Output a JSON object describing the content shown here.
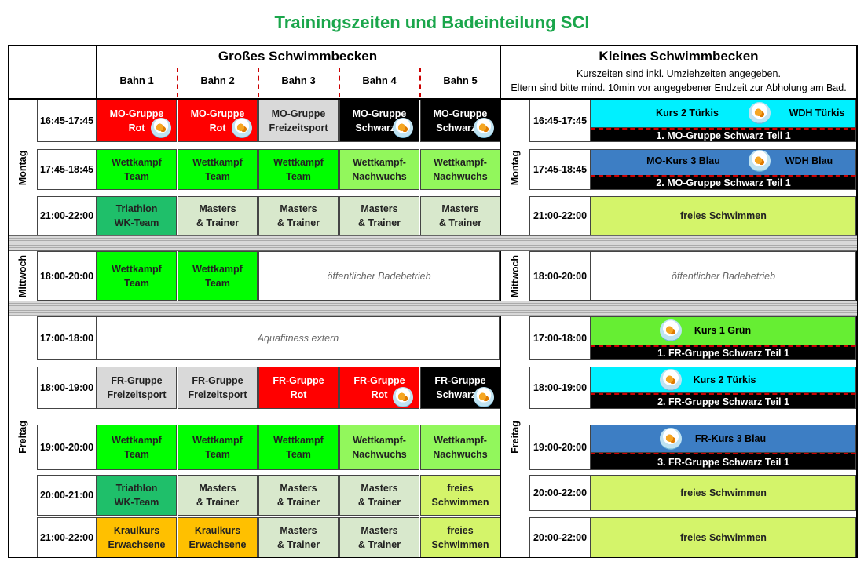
{
  "title": "Trainingszeiten und Badeinteilung SCI",
  "gross": {
    "header": "Großes Schwimmbecken",
    "lanes": [
      "Bahn 1",
      "Bahn 2",
      "Bahn 3",
      "Bahn 4",
      "Bahn 5"
    ]
  },
  "klein": {
    "header": "Kleines Schwimmbecken",
    "note1": "Kurszeiten sind inkl. Umziehzeiten angegeben.",
    "note2": "Eltern sind bitte mind. 10min vor angegebener Endzeit zur Abholung am Bad."
  },
  "days": {
    "montag": "Montag",
    "mittwoch": "Mittwoch",
    "freitag": "Freitag"
  },
  "mo": {
    "t1": "16:45-17:45",
    "t2": "17:45-18:45",
    "t3": "21:00-22:00",
    "r1": [
      "MO-Gruppe\nRot",
      "MO-Gruppe\nRot",
      "MO-Gruppe\nFreizeitsport",
      "MO-Gruppe\nSchwarz 2",
      "MO-Gruppe\nSchwarz 2"
    ],
    "r2": [
      "Wettkampf\nTeam",
      "Wettkampf\nTeam",
      "Wettkampf\nTeam",
      "Wettkampf-\nNachwuchs",
      "Wettkampf-\nNachwuchs"
    ],
    "r3": [
      "Triathlon\nWK-Team",
      "Masters\n& Trainer",
      "Masters\n& Trainer",
      "Masters\n& Trainer",
      "Masters\n& Trainer"
    ],
    "k1a": "Kurs 2 Türkis",
    "k1b": "WDH Türkis",
    "k1c": "1. MO-Gruppe Schwarz Teil 1",
    "k2a": "MO-Kurs 3 Blau",
    "k2b": "WDH Blau",
    "k2c": "2. MO-Gruppe Schwarz Teil 1",
    "k3": "freies Schwimmen"
  },
  "mi": {
    "t1": "18:00-20:00",
    "r1": [
      "Wettkampf\nTeam",
      "Wettkampf\nTeam"
    ],
    "public": "öffentlicher Badebetrieb",
    "kpublic": "öffentlicher Badebetrieb"
  },
  "fr": {
    "t1": "17:00-18:00",
    "t2": "18:00-19:00",
    "t3": "19:00-20:00",
    "t4": "20:00-21:00",
    "t5": "21:00-22:00",
    "aqua": "Aquafitness extern",
    "r2": [
      "FR-Gruppe\nFreizeitsport",
      "FR-Gruppe\nFreizeitsport",
      "FR-Gruppe\nRot",
      "FR-Gruppe\nRot",
      "FR-Gruppe\nSchwarz 2"
    ],
    "r3": [
      "Wettkampf\nTeam",
      "Wettkampf\nTeam",
      "Wettkampf\nTeam",
      "Wettkampf-\nNachwuchs",
      "Wettkampf-\nNachwuchs"
    ],
    "r4": [
      "Triathlon\nWK-Team",
      "Masters\n& Trainer",
      "Masters\n& Trainer",
      "Masters\n& Trainer",
      "freies\nSchwimmen"
    ],
    "r5": [
      "Kraulkurs\nErwachsene",
      "Kraulkurs\nErwachsene",
      "Masters\n& Trainer",
      "Masters\n& Trainer",
      "freies\nSchwimmen"
    ],
    "kt1": "17:00-18:00",
    "kt2": "18:00-19:00",
    "kt3": "19:00-20:00",
    "kt4": "20:00-22:00",
    "kt5": "20:00-22:00",
    "k1a": "Kurs 1 Grün",
    "k1c": "1. FR-Gruppe Schwarz Teil 1",
    "k2a": "Kurs 2 Türkis",
    "k2c": "2. FR-Gruppe Schwarz Teil 1",
    "k3a": "FR-Kurs 3 Blau",
    "k3c": "3. FR-Gruppe Schwarz Teil 1",
    "k4": "freies Schwimmen",
    "k5": "freies Schwimmen"
  },
  "colors": {
    "red": "#ff0000",
    "grey": "#d9d9d9",
    "black": "#000000",
    "green": "#00ff00",
    "lightgreen": "#92f75c",
    "dkgreen": "#1fbf6a",
    "pale": "#d8e8cc",
    "orange": "#ffc000",
    "cyan": "#00f0ff",
    "blue": "#3d7ec4",
    "lime": "#d4f46a",
    "kgreen": "#66ee33"
  }
}
